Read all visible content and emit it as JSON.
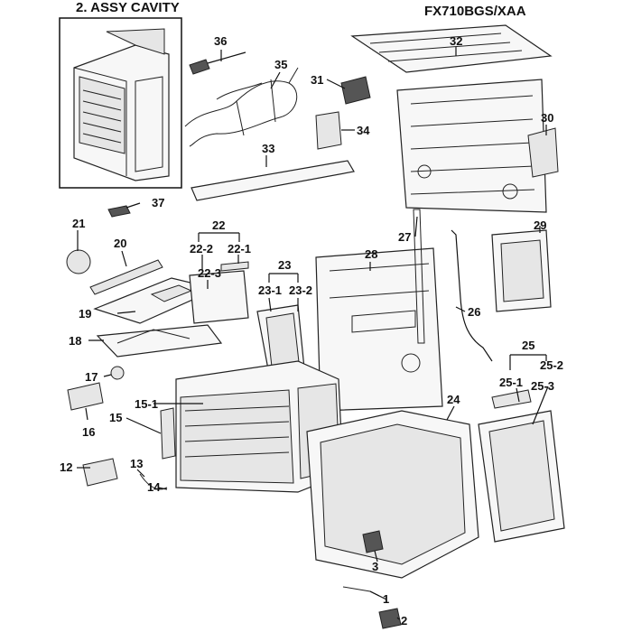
{
  "header": {
    "section_title": "2. ASSY CAVITY",
    "model": "FX710BGS/XAA"
  },
  "callouts": [
    "1",
    "2",
    "3",
    "12",
    "13",
    "14",
    "15",
    "15-1",
    "16",
    "17",
    "18",
    "19",
    "20",
    "21",
    "22",
    "22-1",
    "22-2",
    "22-3",
    "23",
    "23-1",
    "23-2",
    "24",
    "25",
    "25-1",
    "25-2",
    "25-3",
    "26",
    "27",
    "28",
    "29",
    "30",
    "31",
    "32",
    "33",
    "34",
    "35",
    "36",
    "37"
  ]
}
